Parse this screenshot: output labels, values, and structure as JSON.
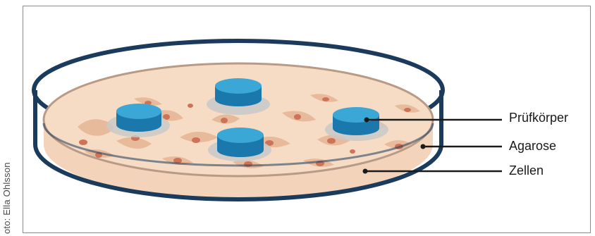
{
  "credit": "oto: Ella Ohlsson",
  "labels": {
    "specimen": "Prüfkörper",
    "agarose": "Agarose",
    "cells": "Zellen"
  },
  "colors": {
    "dish_outline": "#1b3b5c",
    "medium": "#f6dcc4",
    "cells": "#e9b99c",
    "nucleus": "#d0755a",
    "specimen": "#1e82b8",
    "specimen_top": "#3aa7d6",
    "leader_line": "#1a1a1a"
  }
}
